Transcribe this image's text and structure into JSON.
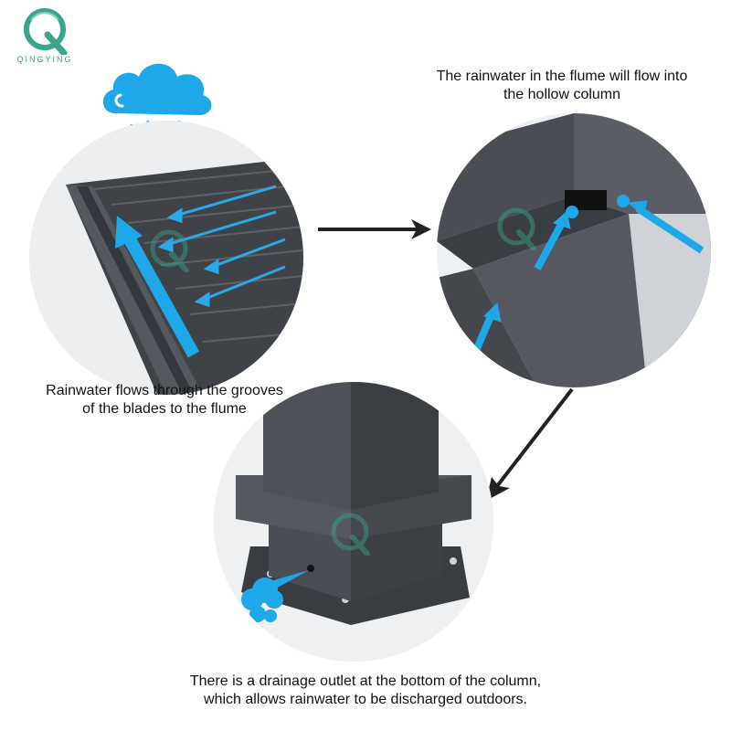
{
  "brand": {
    "logo_letter": "Q",
    "name": "QINGYING"
  },
  "steps": [
    {
      "caption_line1": "Rainwater flows through the grooves",
      "caption_line2": "of the blades to the flume"
    },
    {
      "caption_line1": "The rainwater in the flume will flow into",
      "caption_line2": "the hollow column"
    },
    {
      "caption_line1": "There is a drainage outlet at the bottom of the column,",
      "caption_line2": "which allows rainwater to be discharged outdoors."
    }
  ],
  "colors": {
    "water": "#1fa8e8",
    "water_dark": "#0b8fd6",
    "metal": "#4a4d52",
    "metal_dark": "#2f3135",
    "arrow": "#222222",
    "brand": "#3aa58a"
  },
  "icons": [
    "rain-cloud-icon",
    "flow-arrow-icon",
    "water-splash-icon"
  ]
}
